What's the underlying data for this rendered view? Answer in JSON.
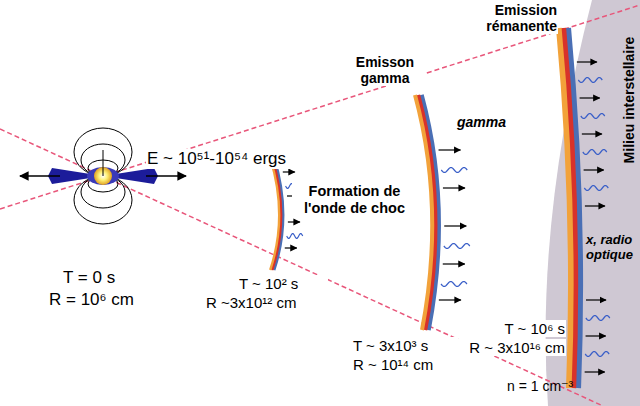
{
  "diagram": {
    "labels": [
      "E ~ 10⁵¹-10⁵⁴ ergs",
      "T = 0 s",
      "R = 10⁶ cm",
      "T ~ 10² s",
      "R ~3x10¹² cm",
      "Emisson gamma",
      "Formation de l'onde de choc",
      "gamma",
      "T ~ 3x10³ s",
      "R ~ 10¹⁴ cm",
      "Emission rémanente",
      "x, radio optique",
      "T ~ 10⁶ s",
      "R ~ 3x10¹⁶ cm",
      "Milieu interstellaire",
      "n = 1 cm⁻³"
    ]
  }
}
